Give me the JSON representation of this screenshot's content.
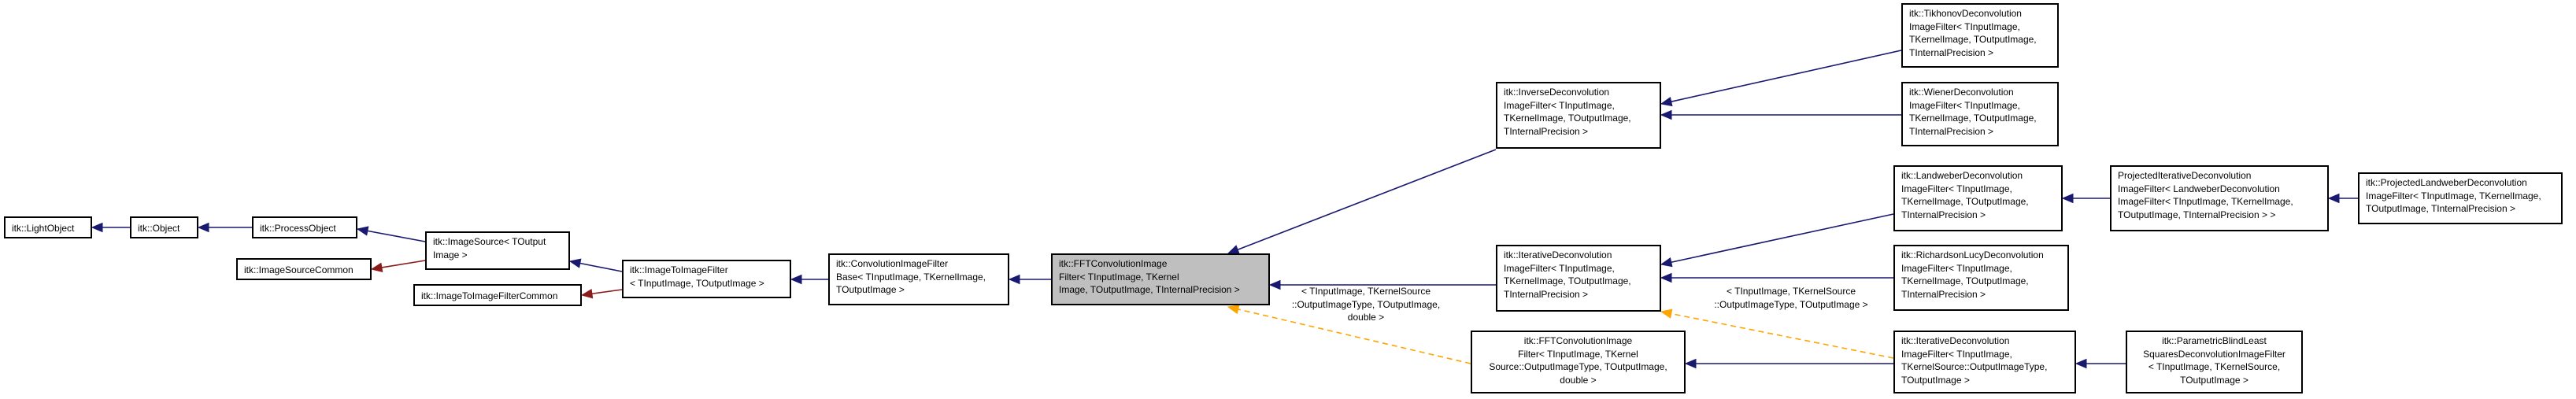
{
  "colors": {
    "inherit": "#191970",
    "usage": "#8b1a1a",
    "template": "#ffa500",
    "node_fill": "#ffffff",
    "focus_fill": "#bfbfbf"
  },
  "nodes": {
    "lightobject": [
      "itk::LightObject"
    ],
    "object": [
      "itk::Object"
    ],
    "processobject": [
      "itk::ProcessObject"
    ],
    "imagesourcecommon": [
      "itk::ImageSourceCommon"
    ],
    "imagesource": [
      "itk::ImageSource< TOutput",
      "Image >"
    ],
    "imagetoimagefiltercommon": [
      "itk::ImageToImageFilterCommon"
    ],
    "imagetoimagefilter": [
      "itk::ImageToImageFilter",
      "< TInputImage, TOutputImage >"
    ],
    "convolutionbase": [
      "itk::ConvolutionImageFilter",
      "Base< TInputImage, TKernelImage,",
      "TOutputImage >"
    ],
    "fftconvolution": [
      "itk::FFTConvolutionImage",
      "Filter< TInputImage, TKernel",
      "Image, TOutputImage, TInternalPrecision >"
    ],
    "inversedeconv": [
      "itk::InverseDeconvolution",
      "ImageFilter< TInputImage,",
      "TKernelImage, TOutputImage,",
      "TInternalPrecision >"
    ],
    "iterativedeconv": [
      "itk::IterativeDeconvolution",
      "ImageFilter< TInputImage,",
      "TKernelImage, TOutputImage,",
      "TInternalPrecision >"
    ],
    "fftconvolution2": [
      "itk::FFTConvolutionImage",
      "Filter< TInputImage, TKernel",
      "Source::OutputImageType, TOutputImage,",
      "double >"
    ],
    "tikhonov": [
      "itk::TikhonovDeconvolution",
      "ImageFilter< TInputImage,",
      "TKernelImage, TOutputImage,",
      "TInternalPrecision >"
    ],
    "wiener": [
      "itk::WienerDeconvolution",
      "ImageFilter< TInputImage,",
      "TKernelImage, TOutputImage,",
      "TInternalPrecision >"
    ],
    "landweber": [
      "itk::LandweberDeconvolution",
      "ImageFilter< TInputImage,",
      "TKernelImage, TOutputImage,",
      "TInternalPrecision >"
    ],
    "richardsonlucy": [
      "itk::RichardsonLucyDeconvolution",
      "ImageFilter< TInputImage,",
      "TKernelImage, TOutputImage,",
      "TInternalPrecision >"
    ],
    "iterativedeconv2": [
      "itk::IterativeDeconvolution",
      "ImageFilter< TInputImage,",
      "TKernelSource::OutputImageType,",
      "TOutputImage >"
    ],
    "projectediterative": [
      "ProjectedIterativeDeconvolution",
      "ImageFilter< LandweberDeconvolution",
      "ImageFilter< TInputImage, TKernelImage,",
      "TOutputImage, TInternalPrecision > >"
    ],
    "projectedlandweber": [
      "itk::ProjectedLandweberDeconvolution",
      "ImageFilter< TInputImage, TKernelImage,",
      "TOutputImage, TInternalPrecision >"
    ],
    "parametricblind": [
      "itk::ParametricBlindLeast",
      "SquaresDeconvolutionImageFilter",
      "< TInputImage, TKernelSource,",
      "TOutputImage >"
    ]
  },
  "edge_labels": {
    "fft_to_fft2": [
      "< TInputImage, TKernelSource",
      "::OutputImageType, TOutputImage,",
      "double >"
    ],
    "iter_to_iter2": [
      "< TInputImage, TKernelSource",
      "::OutputImageType, TOutputImage >"
    ]
  }
}
